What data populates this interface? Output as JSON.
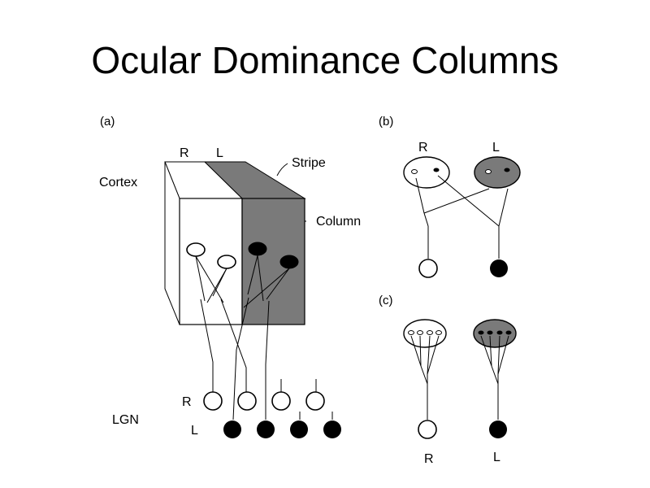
{
  "title": "Ocular Dominance Columns",
  "panels": {
    "a": "(a)",
    "b": "(b)",
    "c": "(c)"
  },
  "labels": {
    "cortex": "Cortex",
    "lgn": "LGN",
    "stripe": "Stripe",
    "column": "Column",
    "right": "R",
    "left": "L"
  },
  "colors": {
    "shade": "#7a7a7a",
    "black": "#000000",
    "white": "#ffffff"
  }
}
